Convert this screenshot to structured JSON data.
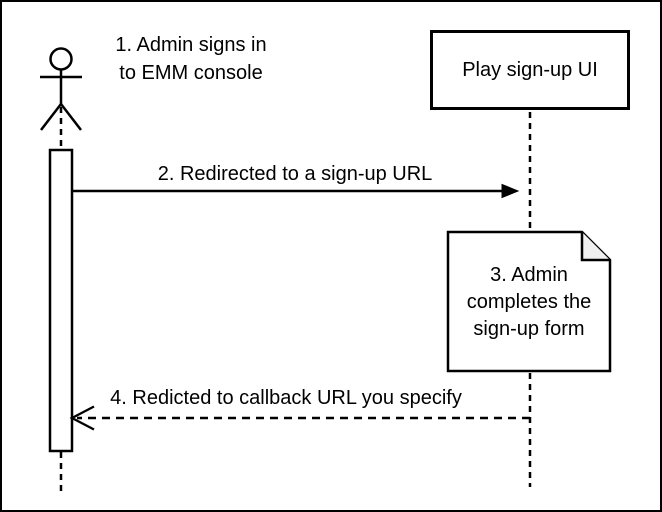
{
  "colors": {
    "stroke": "#000000",
    "background": "#ffffff",
    "shape_fill": "#ffffff",
    "note_fold_fill": "#f0f0f0"
  },
  "actor": {
    "step_label": "1. Admin signs in\nto EMM console"
  },
  "participant": {
    "label": "Play sign-up UI"
  },
  "messages": {
    "redirect": {
      "label": "2. Redirected to a sign-up URL"
    },
    "callback": {
      "label": "4. Redicted to callback URL you specify"
    }
  },
  "note": {
    "label": "3. Admin\ncompletes the\nsign-up form"
  }
}
